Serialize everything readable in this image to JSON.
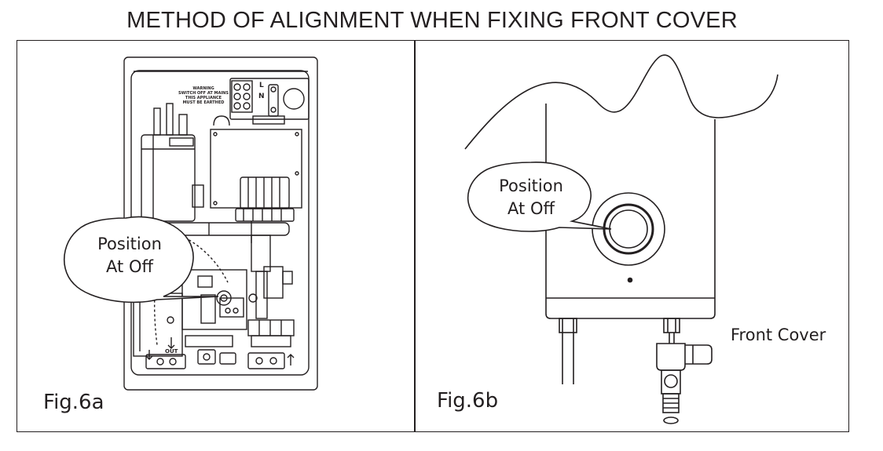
{
  "title": "METHOD OF ALIGNMENT WHEN FIXING FRONT COVER",
  "fig_a": {
    "label": "Fig.6a",
    "callout_line1": "Position",
    "callout_line2": "At Off",
    "warning_line1": "WARNING",
    "warning_line2": "SWITCH OFF AT MAINS",
    "warning_line3": "THIS APPLIANCE",
    "warning_line4": "MUST BE EARTHED",
    "terminal_l": "L",
    "terminal_n": "N",
    "out_label": "OUT"
  },
  "fig_b": {
    "label": "Fig.6b",
    "callout_line1": "Position",
    "callout_line2": "At Off",
    "front_cover_label": "Front Cover"
  }
}
